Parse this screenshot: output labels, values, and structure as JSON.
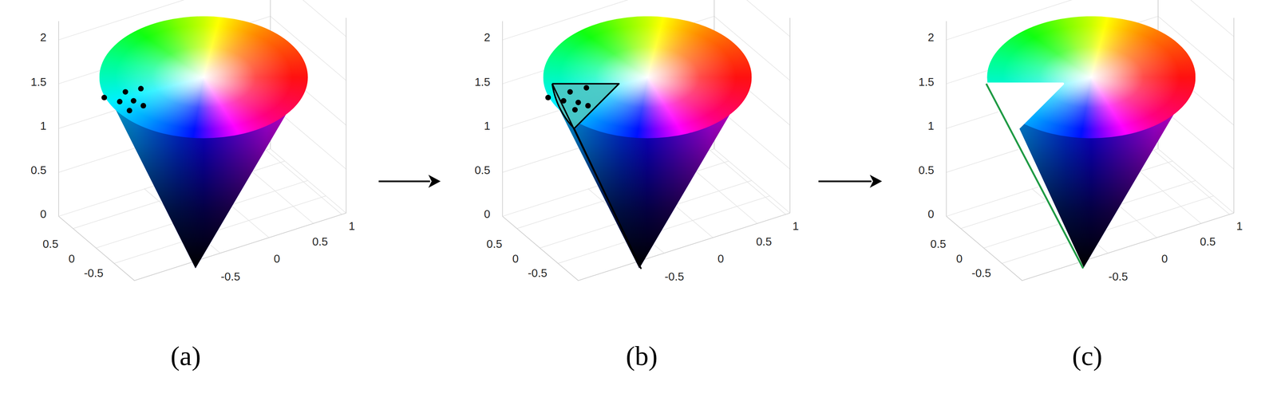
{
  "diagram": {
    "labels": [
      "2",
      "1.5",
      "1",
      "0.5",
      "0",
      "0.5",
      "0",
      "-0.5",
      "-0.5",
      "0",
      "0.5",
      "1",
      "(a)",
      "2",
      "1.5",
      "1",
      "0.5",
      "0",
      "0.5",
      "0",
      "-0.5",
      "-0.5",
      "0",
      "0.5",
      "1",
      "(b)",
      "2",
      "1.5",
      "1",
      "0.5",
      "0",
      "0.5",
      "0",
      "-0.5",
      "-0.5",
      "0",
      "0.5",
      "1",
      "(c)"
    ]
  }
}
